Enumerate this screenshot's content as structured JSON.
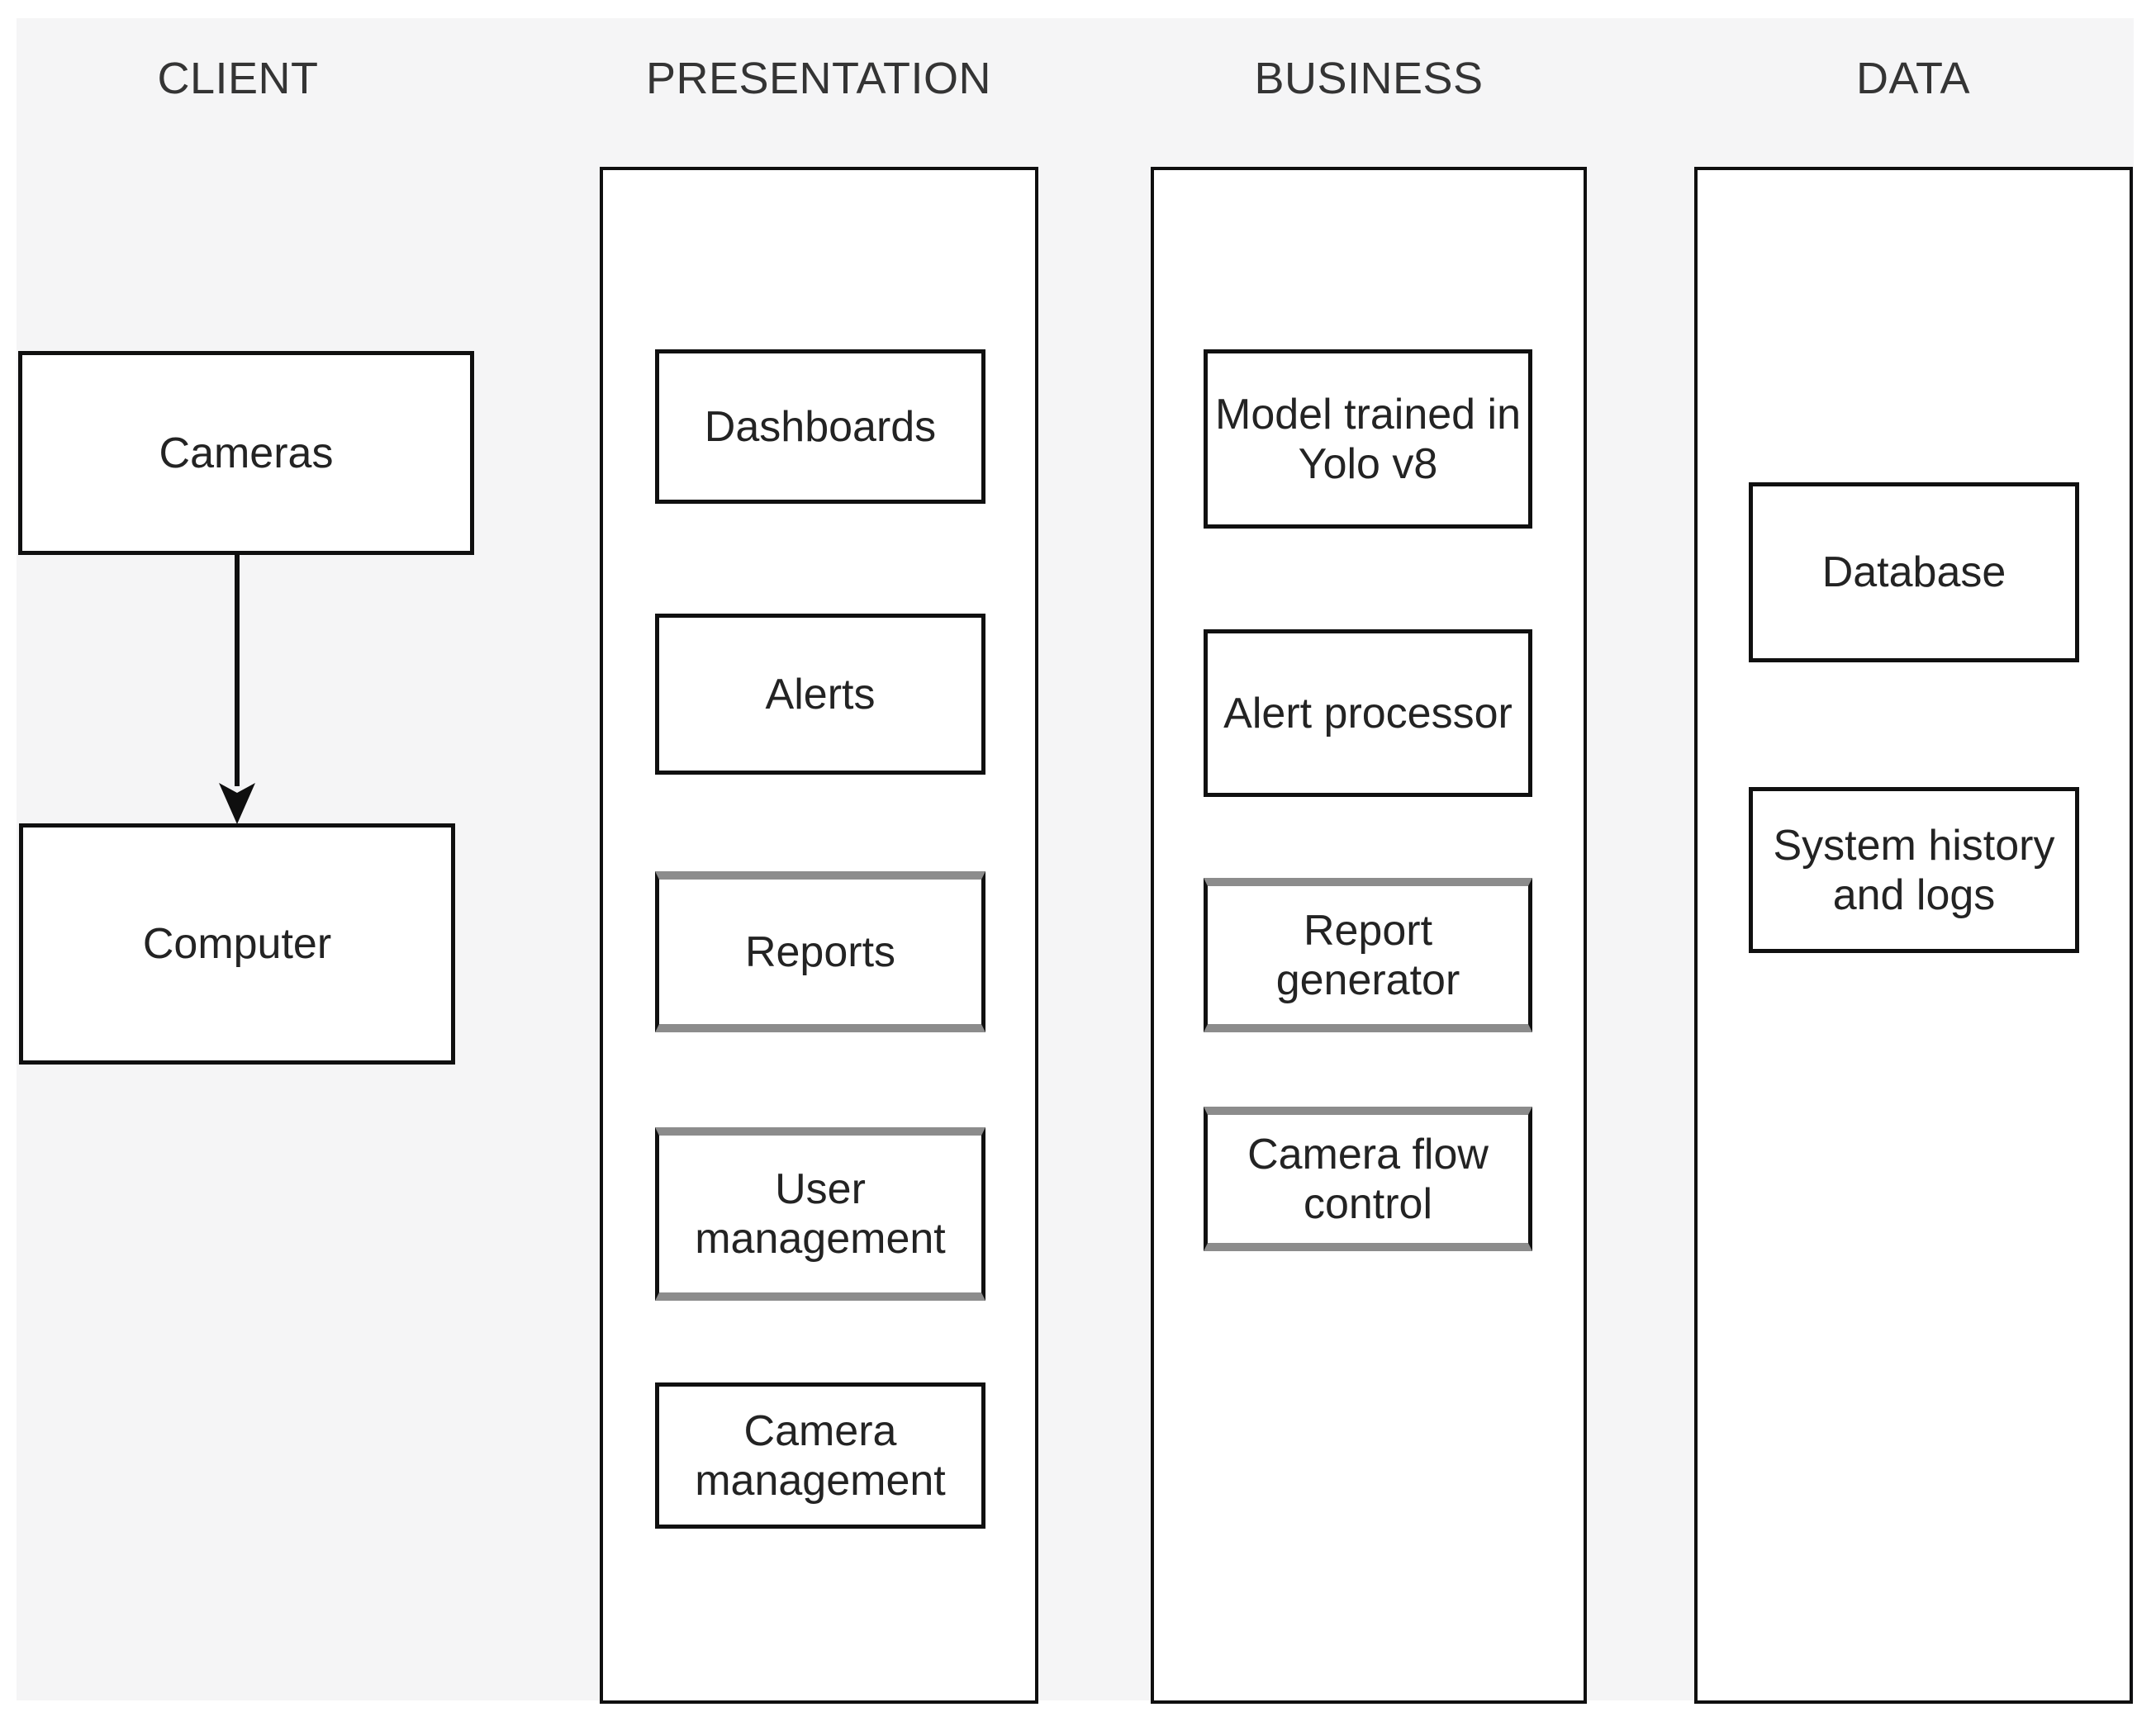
{
  "diagram": {
    "colors": {
      "background": "#f5f5f6",
      "node_fill": "#ffffff",
      "border_black": "#101010",
      "border_gray": "#8c8c8c",
      "text": "#232323",
      "header_text": "#343434"
    },
    "columns": [
      {
        "header": "CLIENT",
        "nodes": [
          {
            "label": "Cameras"
          },
          {
            "label": "Computer"
          }
        ]
      },
      {
        "header": "PRESENTATION",
        "nodes": [
          {
            "label": "Dashboards"
          },
          {
            "label": "Alerts"
          },
          {
            "label": "Reports"
          },
          {
            "label": "User\nmanagement"
          },
          {
            "label": "Camera\nmanagement"
          }
        ]
      },
      {
        "header": "BUSINESS",
        "nodes": [
          {
            "label": "Model trained in\nYolo v8"
          },
          {
            "label": "Alert processor"
          },
          {
            "label": "Report\ngenerator"
          },
          {
            "label": "Camera flow\ncontrol"
          }
        ]
      },
      {
        "header": "DATA",
        "nodes": [
          {
            "label": "Database"
          },
          {
            "label": "System history\nand logs"
          }
        ]
      }
    ],
    "connections": [
      {
        "from": "Cameras",
        "to": "Computer",
        "direction": "down",
        "style": "solid-arrow"
      }
    ]
  }
}
